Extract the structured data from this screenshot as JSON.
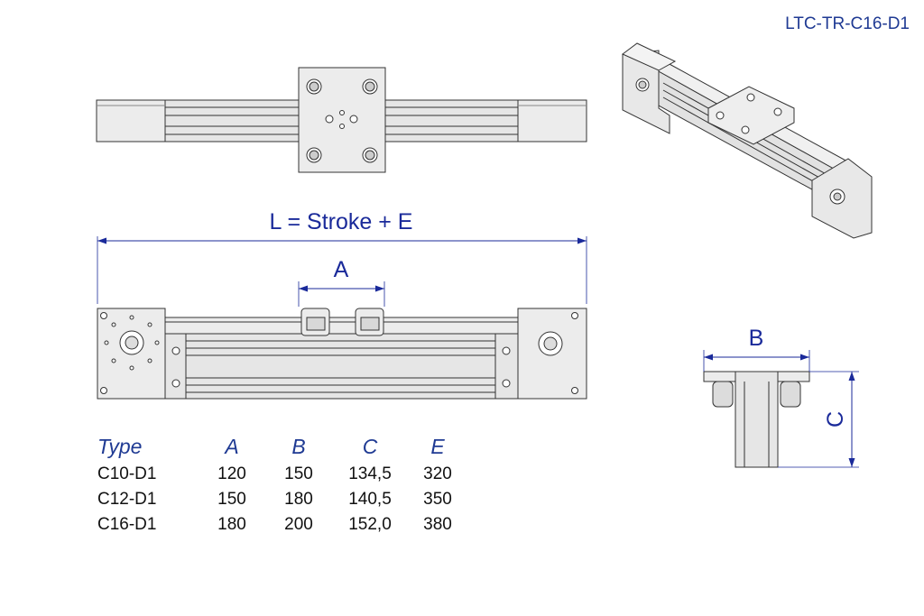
{
  "product_code": "LTC-TR-C16-D1",
  "dimensions": {
    "length_formula": "L = Stroke + E",
    "A": "A",
    "B": "B",
    "C": "C"
  },
  "table": {
    "headers": [
      "Type",
      "A",
      "B",
      "C",
      "E"
    ],
    "rows": [
      [
        "C10-D1",
        "120",
        "150",
        "134,5",
        "320"
      ],
      [
        "C12-D1",
        "150",
        "180",
        "140,5",
        "350"
      ],
      [
        "C16-D1",
        "180",
        "200",
        "152,0",
        "380"
      ]
    ]
  },
  "colors": {
    "dimension": "#1a2a9a",
    "outline": "#333333",
    "fill": "#e6e6e6"
  }
}
